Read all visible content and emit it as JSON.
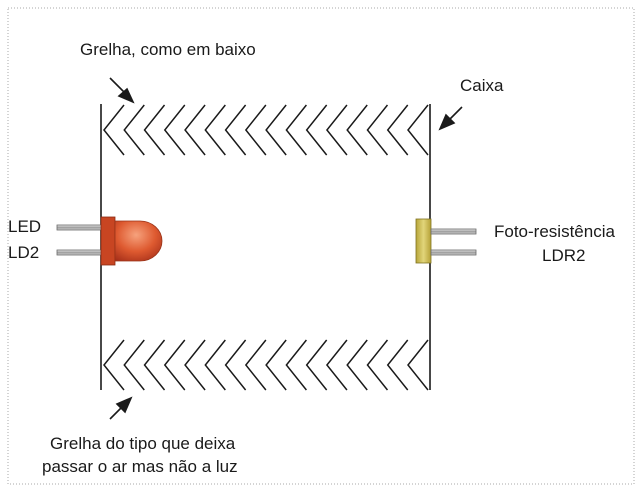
{
  "labels": {
    "top_grille": "Grelha, como em baixo",
    "box": "Caixa",
    "led_line1": "LED",
    "led_line2": "LD2",
    "ldr_line1": "Foto-resistência",
    "ldr_line2": "LDR2",
    "bottom_grille_line1": "Grelha do tipo que deixa",
    "bottom_grille_line2": "passar o ar mas não a luz"
  },
  "components": {
    "led": {
      "name": "LED",
      "color": "#d9502a"
    },
    "ldr": {
      "name": "Foto-resistência",
      "color": "#cdbf4a"
    }
  },
  "grilles": {
    "top_chevron_count": 16,
    "bottom_chevron_count": 16
  },
  "colors": {
    "stroke": "#1a1a1a",
    "frame": "#9a9a9a"
  }
}
